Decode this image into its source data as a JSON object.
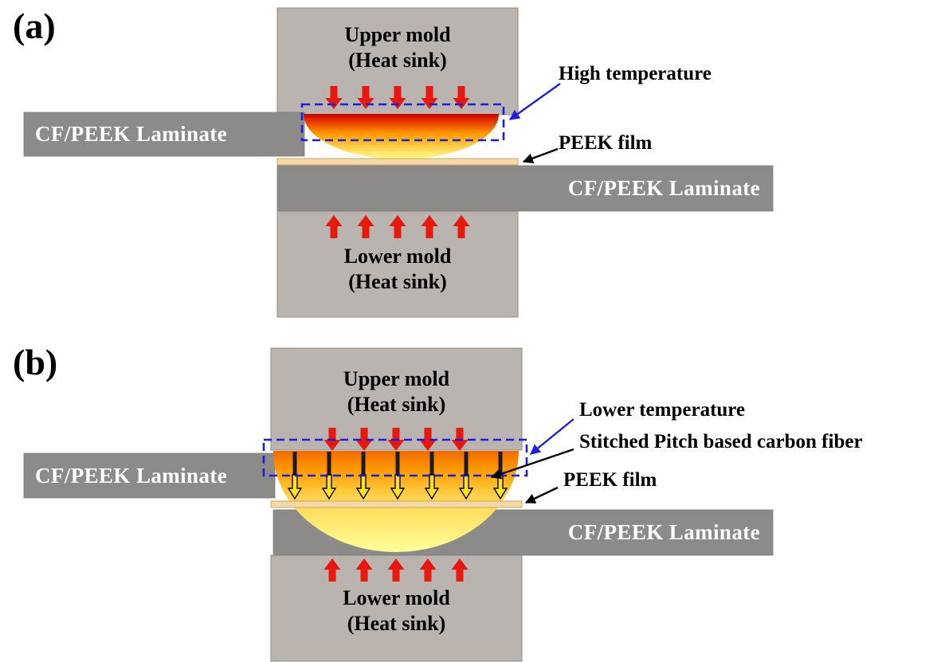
{
  "colors": {
    "background": "#ffffff",
    "mold_fill": "#b9b4b0",
    "laminate_fill": "#8d8b89",
    "peek_film_fill": "#f4d9a6",
    "heat_arrow_red": "#e8180c",
    "annotation_blue": "#1d1de0",
    "stitch_black": "#1a1a1a",
    "conduction_arrow_yellow": "#ffe41c",
    "hot_zone_top_a": "#c80000",
    "hot_zone_bottom_a": "#ffff90",
    "hot_zone_top_b": "#ef6a00",
    "hot_zone_bottom_b": "#ffff99"
  },
  "panel_a": {
    "label": "(a)",
    "upper_mold": {
      "line1": "Upper mold",
      "line2": "(Heat sink)"
    },
    "lower_mold": {
      "line1": "Lower mold",
      "line2": "(Heat sink)"
    },
    "left_laminate": "CF/PEEK Laminate",
    "right_laminate": "CF/PEEK Laminate",
    "annotations": {
      "high_temperature": "High temperature",
      "peek_film": "PEEK film"
    }
  },
  "panel_b": {
    "label": "(b)",
    "upper_mold": {
      "line1": "Upper mold",
      "line2": "(Heat sink)"
    },
    "lower_mold": {
      "line1": "Lower mold",
      "line2": "(Heat sink)"
    },
    "left_laminate": "CF/PEEK Laminate",
    "right_laminate": "CF/PEEK Laminate",
    "annotations": {
      "lower_temperature": "Lower temperature",
      "stitched_fiber": "Stitched Pitch based carbon fiber",
      "peek_film": "PEEK film"
    }
  }
}
